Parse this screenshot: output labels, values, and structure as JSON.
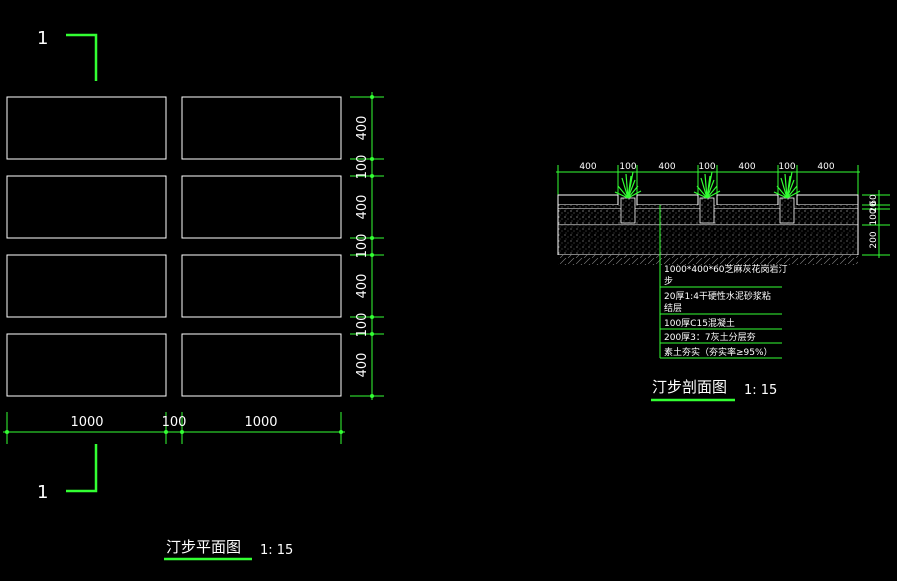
{
  "plan": {
    "section_mark_top": "1",
    "section_mark_bottom": "1",
    "dims_vertical": [
      "400",
      "100",
      "400",
      "100",
      "400",
      "100",
      "400"
    ],
    "dims_horizontal": [
      "1000",
      "100",
      "1000"
    ],
    "title": "汀步平面图",
    "scale": "1: 15"
  },
  "section": {
    "dims_top": [
      "400",
      "100",
      "400",
      "100",
      "400",
      "100",
      "400"
    ],
    "dims_right": [
      "60",
      "20",
      "100",
      "200"
    ],
    "notes": [
      "1000*400*60芝麻灰花岗岩汀",
      "步",
      "20厚1:4干硬性水泥砂浆粘",
      "结层",
      "100厚C15混凝土",
      "200厚3：7灰土分层夯",
      "素土夯实（夯实率≥95%）"
    ],
    "title": "汀步剖面图",
    "scale": "1: 15"
  },
  "colors": {
    "dimension": "#33ff33",
    "outline": "#ffffff",
    "background": "#000000"
  }
}
